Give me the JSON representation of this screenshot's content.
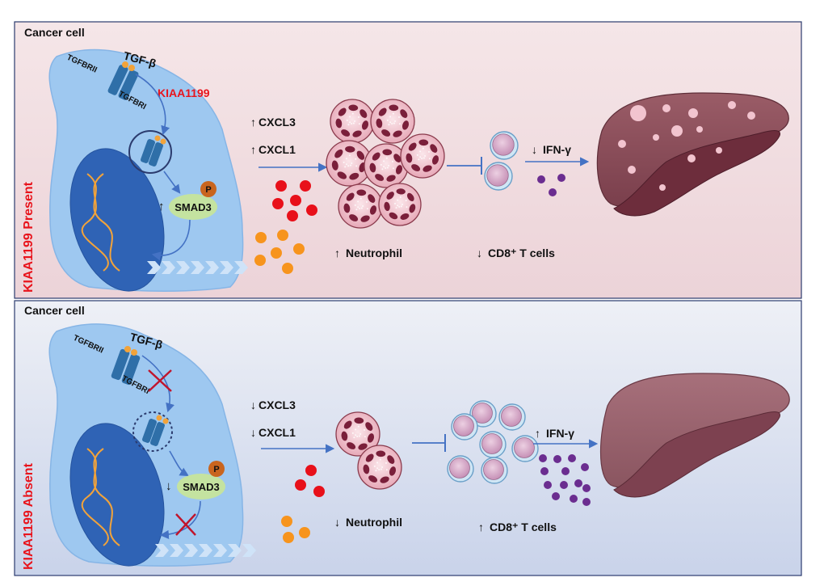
{
  "panels": [
    {
      "title": "Cancer cell",
      "side_label": "KIAA1199 Present",
      "ligand": "TGF-β",
      "receptor_2": "TGFBRII",
      "receptor_1": "TGFBRI",
      "regulator": "KIAA1199",
      "phospho": "P",
      "smad": "SMAD3",
      "smad_arrow": "↑",
      "chemokine_1": "CXCL3",
      "chemokine_1_arrow": "↑",
      "chemokine_2": "CXCL1",
      "chemokine_2_arrow": "↑",
      "neutrophil": "Neutrophil",
      "neutrophil_arrow": "↑",
      "cd8": "CD8⁺ T cells",
      "cd8_arrow": "↓",
      "ifn": "IFN-γ",
      "ifn_arrow": "↓"
    },
    {
      "title": "Cancer cell",
      "side_label": "KIAA1199 Absent",
      "ligand": "TGF-β",
      "receptor_2": "TGFBRII",
      "receptor_1": "TGFBRI",
      "phospho": "P",
      "smad": "SMAD3",
      "smad_arrow": "↓",
      "chemokine_1": "CXCL3",
      "chemokine_1_arrow": "↓",
      "chemokine_2": "CXCL1",
      "chemokine_2_arrow": "↓",
      "neutrophil": "Neutrophil",
      "neutrophil_arrow": "↓",
      "cd8": "CD8⁺ T cells",
      "cd8_arrow": "↑",
      "ifn": "IFN-γ",
      "ifn_arrow": "↑"
    }
  ],
  "colors": {
    "top_panel_bg": "#f3dde1",
    "bottom_panel_bg": "#dde3f0",
    "cell": "#9ec8f0",
    "nucleus": "#2f63b5",
    "arrow": "#4472c4",
    "red_label": "#e8141c",
    "inhibit_x": "#c0142c",
    "neutrophil": "#efc0cc",
    "tcell": "#d9a9c8",
    "liver": "#8a4e5a",
    "red_dot": "#e8101a",
    "orange_dot": "#f7941d",
    "purple_dot": "#6b2d90"
  }
}
